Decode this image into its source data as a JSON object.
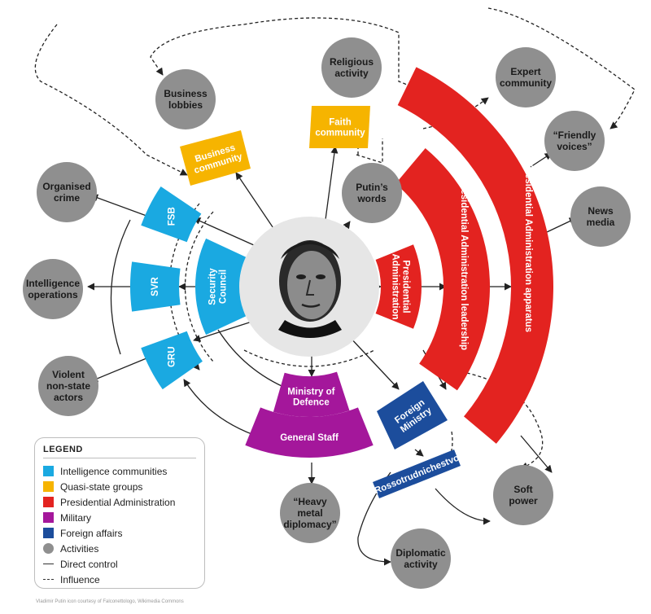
{
  "activities": [
    {
      "id": "business-lobbies",
      "lines": [
        "Business",
        "lobbies"
      ]
    },
    {
      "id": "religious-activity",
      "lines": [
        "Religious",
        "activity"
      ]
    },
    {
      "id": "expert-community",
      "lines": [
        "Expert",
        "community"
      ]
    },
    {
      "id": "friendly-voices",
      "lines": [
        "“Friendly",
        "voices”"
      ]
    },
    {
      "id": "news-media",
      "lines": [
        "News",
        "media"
      ]
    },
    {
      "id": "putins-words",
      "lines": [
        "Putin’s",
        "words"
      ]
    },
    {
      "id": "organised-crime",
      "lines": [
        "Organised",
        "crime"
      ]
    },
    {
      "id": "intelligence-operations",
      "lines": [
        "Intelligence",
        "operations"
      ]
    },
    {
      "id": "violent-non-state-actors",
      "lines": [
        "Violent",
        "non-state",
        "actors"
      ]
    },
    {
      "id": "heavy-metal-diplomacy",
      "lines": [
        "“Heavy",
        "metal",
        "diplomacy”"
      ]
    },
    {
      "id": "diplomatic-activity",
      "lines": [
        "Diplomatic",
        "activity"
      ]
    },
    {
      "id": "soft-power",
      "lines": [
        "Soft",
        "power"
      ]
    }
  ],
  "segments": [
    {
      "id": "business-community",
      "group": "quasi",
      "lines": [
        "Business",
        "community"
      ]
    },
    {
      "id": "faith-community",
      "group": "quasi",
      "lines": [
        "Faith",
        "community"
      ]
    },
    {
      "id": "fsb",
      "group": "intel",
      "lines": [
        "FSB"
      ]
    },
    {
      "id": "svr",
      "group": "intel",
      "lines": [
        "SVR"
      ]
    },
    {
      "id": "gru",
      "group": "intel",
      "lines": [
        "GRU"
      ]
    },
    {
      "id": "security-council",
      "group": "intel",
      "lines": [
        "Security",
        "Council"
      ]
    },
    {
      "id": "presidential-administration",
      "group": "pres",
      "lines": [
        "Presidential",
        "Administration"
      ]
    },
    {
      "id": "presidential-administration-leadership",
      "group": "pres",
      "lines": [
        "Presidential Administration leadership"
      ]
    },
    {
      "id": "presidential-administration-apparatus",
      "group": "pres",
      "lines": [
        "Presidential Administration apparatus"
      ]
    },
    {
      "id": "ministry-of-defence",
      "group": "mil",
      "lines": [
        "Ministry of",
        "Defence"
      ]
    },
    {
      "id": "general-staff",
      "group": "mil",
      "lines": [
        "General Staff"
      ]
    },
    {
      "id": "foreign-ministry",
      "group": "foreign",
      "lines": [
        "Foreign",
        "Ministry"
      ]
    },
    {
      "id": "rossotrudnichestvo",
      "group": "foreign",
      "lines": [
        "Rossotrudnichestvo"
      ]
    }
  ],
  "colors": {
    "intel": "#1aa9e1",
    "quasi": "#f6b400",
    "pres": "#e32320",
    "mil": "#a4179b",
    "foreign": "#1c4d9c",
    "activity": "#8f8f8f"
  },
  "legend": {
    "title": "LEGEND",
    "items": [
      {
        "label": "Intelligence communities",
        "swatch": "intel"
      },
      {
        "label": "Quasi-state groups",
        "swatch": "quasi"
      },
      {
        "label": "Presidential Administration",
        "swatch": "pres"
      },
      {
        "label": "Military",
        "swatch": "mil"
      },
      {
        "label": "Foreign affairs",
        "swatch": "foreign"
      },
      {
        "label": "Activities",
        "swatch": "circle"
      },
      {
        "label": "Direct control",
        "swatch": "line"
      },
      {
        "label": "Influence",
        "swatch": "dash"
      }
    ]
  },
  "credit": "Vladimir Putin icon courtesy of Falconettologo, Wikimedia Commons"
}
